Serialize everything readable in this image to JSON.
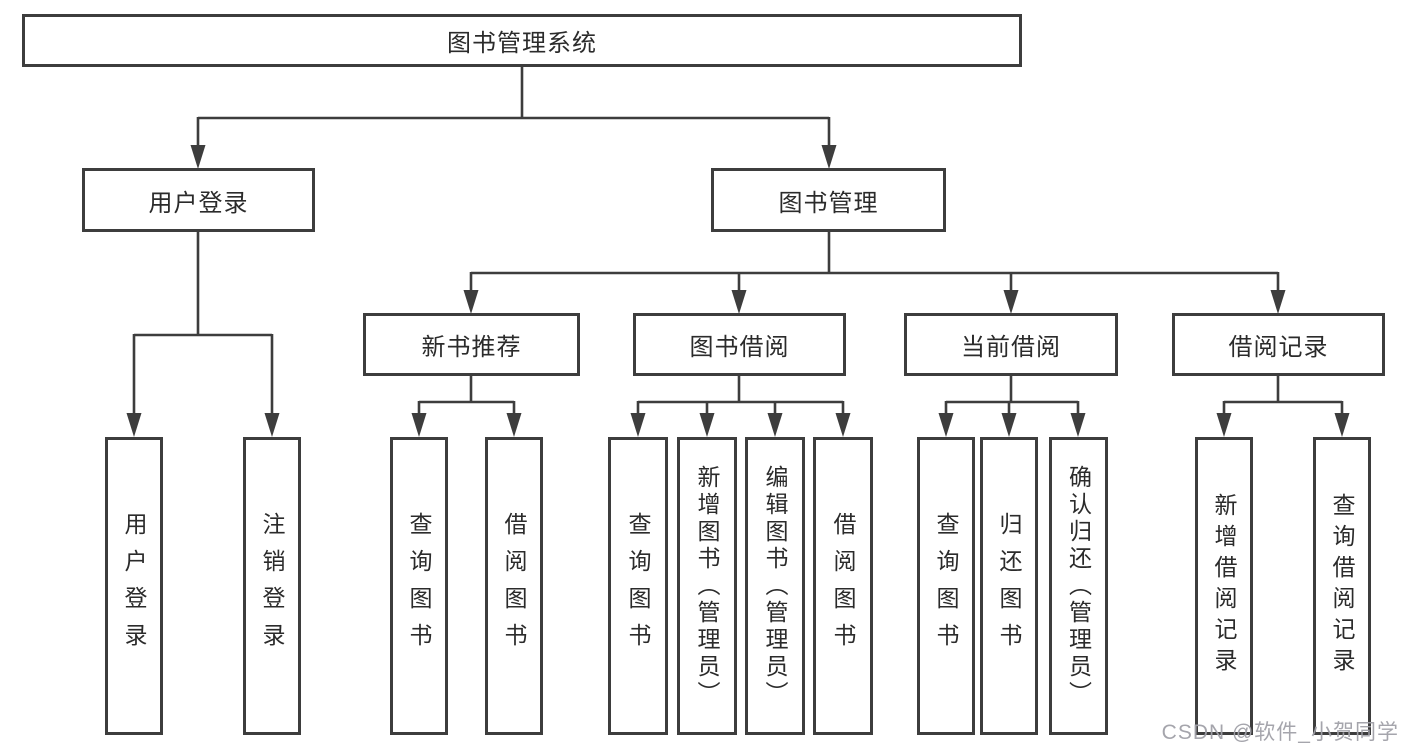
{
  "diagram_title": "图书管理系统",
  "tree": {
    "label": "图书管理系统",
    "children": [
      {
        "label": "用户登录",
        "children": [
          {
            "label": "用户登录"
          },
          {
            "label": "注销登录"
          }
        ]
      },
      {
        "label": "图书管理",
        "children": [
          {
            "label": "新书推荐",
            "children": [
              {
                "label": "查询图书"
              },
              {
                "label": "借阅图书"
              }
            ]
          },
          {
            "label": "图书借阅",
            "children": [
              {
                "label": "查询图书"
              },
              {
                "label": "新增图书（管理员）"
              },
              {
                "label": "编辑图书（管理员）"
              },
              {
                "label": "借阅图书"
              }
            ]
          },
          {
            "label": "当前借阅",
            "children": [
              {
                "label": "查询图书"
              },
              {
                "label": "归还图书"
              },
              {
                "label": "确认归还（管理员）"
              }
            ]
          },
          {
            "label": "借阅记录",
            "children": [
              {
                "label": "新增借阅记录"
              },
              {
                "label": "查询借阅记录"
              }
            ]
          }
        ]
      }
    ]
  },
  "watermark": "CSDN @软件_小贺同学",
  "colors": {
    "line": "#3d3d3d",
    "box_border": "#3d3d3d",
    "text": "#2b2b2b",
    "watermark": "#a0a0a8",
    "background": "#ffffff"
  }
}
